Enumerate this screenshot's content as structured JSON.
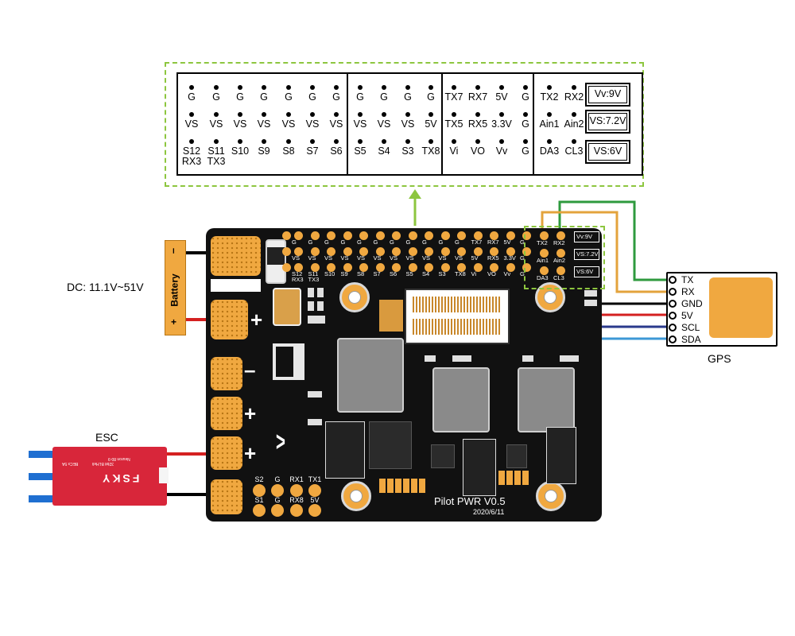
{
  "pinout": {
    "section1": {
      "row1": [
        "G",
        "G",
        "G",
        "G",
        "G",
        "G",
        "G"
      ],
      "row2": [
        "VS",
        "VS",
        "VS",
        "VS",
        "VS",
        "VS",
        "VS"
      ],
      "row3": [
        "S12\nRX3",
        "S11\nTX3",
        "S10",
        "S9",
        "S8",
        "S7",
        "S6"
      ]
    },
    "section2": {
      "row1": [
        "G",
        "G",
        "G",
        "G"
      ],
      "row2": [
        "VS",
        "VS",
        "VS",
        "5V"
      ],
      "row3": [
        "S5",
        "S4",
        "S3",
        "TX8"
      ]
    },
    "section3": {
      "row1": [
        "TX7",
        "RX7",
        "5V",
        "G"
      ],
      "row2": [
        "TX5",
        "RX5",
        "3.3V",
        "G"
      ],
      "row3": [
        "Vi",
        "VO",
        "Vv",
        "G"
      ]
    },
    "section4": {
      "row1": [
        "TX2",
        "RX2"
      ],
      "row2": [
        "Ain1",
        "Ain2"
      ],
      "row3": [
        "DA3",
        "CL3"
      ]
    },
    "vboxes": [
      "Vv:9V",
      "VS:7.2V",
      "VS:6V"
    ]
  },
  "board": {
    "title": "Pilot PWR V0.5",
    "date": "2020/6/11",
    "header_top": [
      "G",
      "G",
      "G",
      "G",
      "G",
      "G",
      "G",
      "G",
      "G",
      "G",
      "G",
      "TX7",
      "RX7",
      "5V",
      "G"
    ],
    "header_mid": [
      "VS",
      "VS",
      "VS",
      "VS",
      "VS",
      "VS",
      "VS",
      "VS",
      "VS",
      "VS",
      "VS",
      "5V",
      "RX5",
      "3.3V",
      "G"
    ],
    "header_bot": [
      "S12\nRX3",
      "S11\nTX3",
      "S10",
      "S9",
      "S8",
      "S7",
      "S6",
      "S5",
      "S4",
      "S3",
      "TX8",
      "Vi",
      "VO",
      "Vv",
      "G"
    ],
    "right_header": [
      "TX2",
      "RX2",
      "Vv:9V",
      "Ain1",
      "Ain2",
      "VS:7.2V",
      "DA3",
      "CL3",
      "VS:6V"
    ],
    "bottom_pads_top": [
      "S2",
      "G",
      "RX1",
      "TX1"
    ],
    "bottom_pads_bot": [
      "S1",
      "G",
      "RX8",
      "5V"
    ],
    "plus": "+",
    "minus": "–"
  },
  "battery": {
    "label": "Battery",
    "plus": "+",
    "minus": "–"
  },
  "dc_label": "DC: 11.1V~51V",
  "esc_label": "ESC",
  "esc_text": [
    "Neuron 80-9",
    "32bit BLHeli",
    "BECx 5A",
    "FSKY"
  ],
  "gps": {
    "label": "GPS",
    "pins": [
      "TX",
      "RX",
      "GND",
      "5V",
      "SCL",
      "SDA"
    ]
  },
  "colors": {
    "accent_green": "#8dc63f",
    "wire_tx": "#2e9a3e",
    "wire_rx": "#e3a33c",
    "wire_gnd": "#000000",
    "wire_5v": "#d42020",
    "wire_scl": "#2a3a8c",
    "wire_sda": "#3d98d6",
    "pad_gold": "#f0a840"
  }
}
